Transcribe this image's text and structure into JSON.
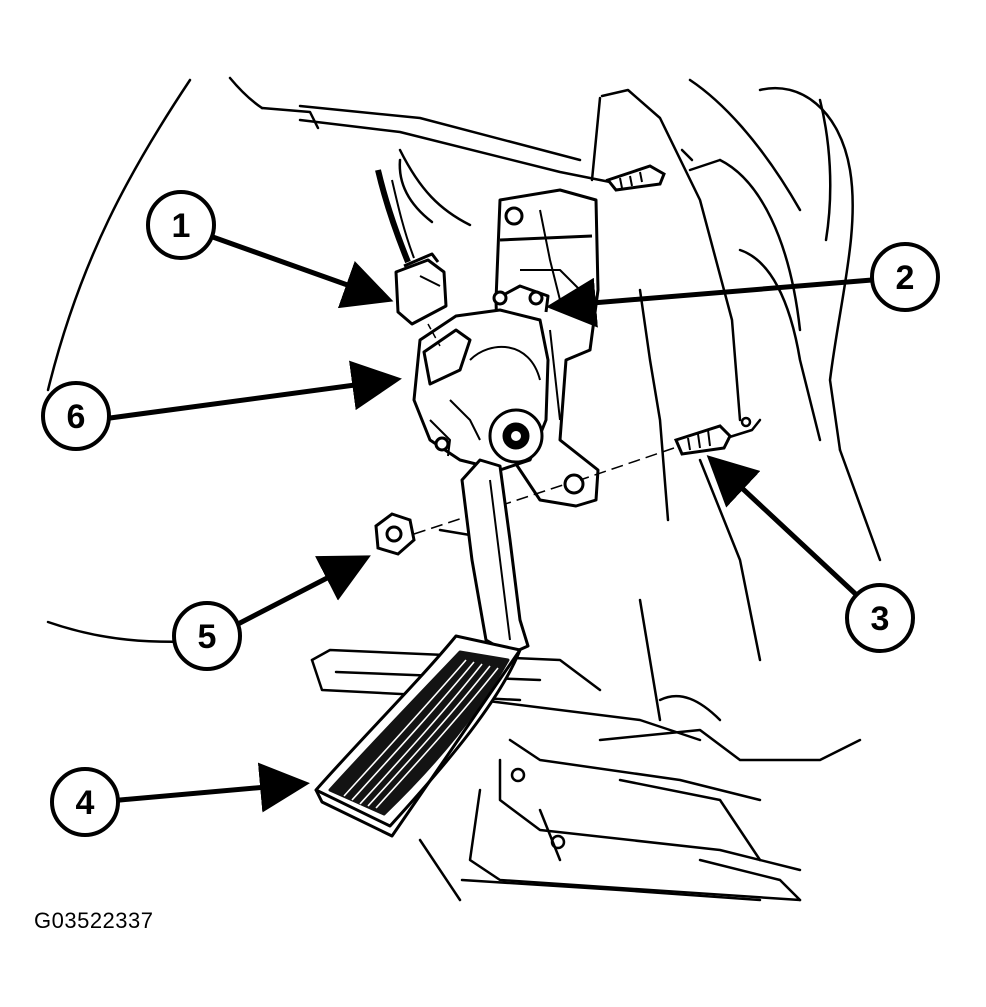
{
  "figure_id": "G03522337",
  "callouts": [
    {
      "label": "1"
    },
    {
      "label": "2"
    },
    {
      "label": "3"
    },
    {
      "label": "4"
    },
    {
      "label": "5"
    },
    {
      "label": "6"
    }
  ],
  "colors": {
    "ink": "#000000",
    "paper": "#ffffff"
  }
}
